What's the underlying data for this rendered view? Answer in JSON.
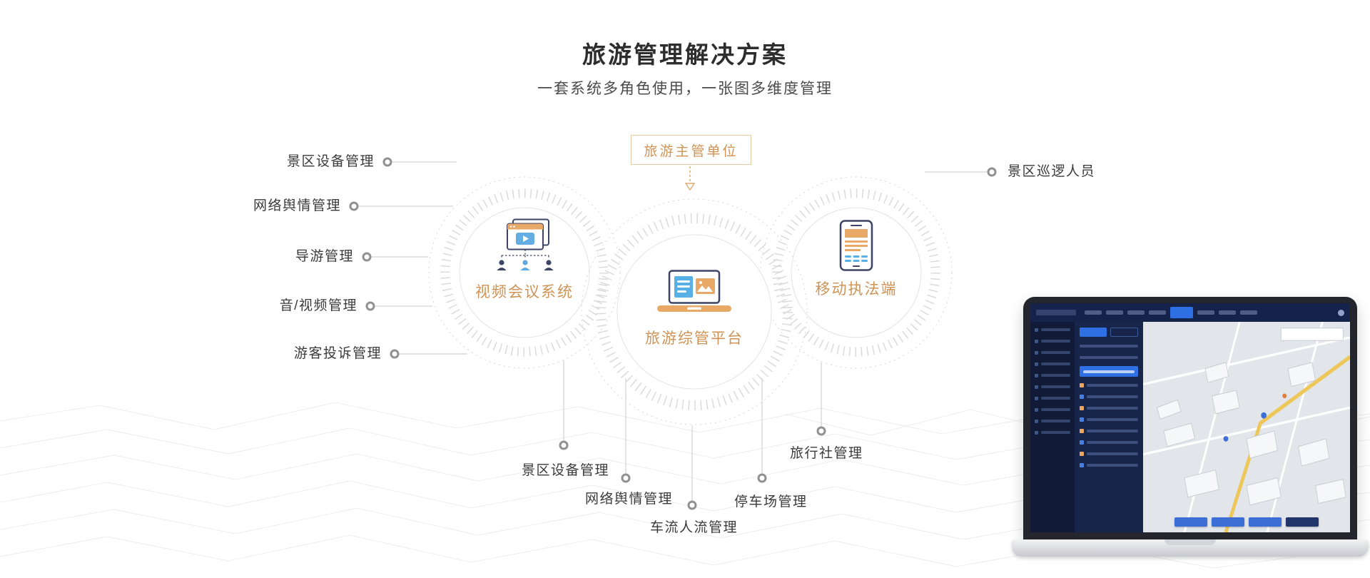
{
  "page": {
    "title": "旅游管理解决方案",
    "subtitle": "一套系统多角色使用，一张图多维度管理"
  },
  "diagram": {
    "top_unit": "旅游主管单位",
    "nodes": [
      {
        "id": "video-conference",
        "label": "视频会议系统",
        "icon": "video-conference-icon"
      },
      {
        "id": "tourism-platform",
        "label": "旅游综管平台",
        "icon": "laptop-dashboard-icon"
      },
      {
        "id": "mobile-enforcement",
        "label": "移动执法端",
        "icon": "mobile-phone-icon"
      }
    ],
    "left_labels": [
      "景区设备管理",
      "网络舆情管理",
      "导游管理",
      "音/视频管理",
      "游客投诉管理"
    ],
    "right_labels": [
      "景区巡逻人员"
    ],
    "bottom_labels": [
      "景区设备管理",
      "网络舆情管理",
      "车流人流管理",
      "停车场管理",
      "旅行社管理"
    ]
  },
  "colors": {
    "accent_orange": "#cf9356",
    "icon_navy": "#3d4466",
    "icon_blue": "#5fb0e8",
    "line_gray": "#c9c9c9",
    "mock_highlight_blue": "#2f6fe4"
  }
}
